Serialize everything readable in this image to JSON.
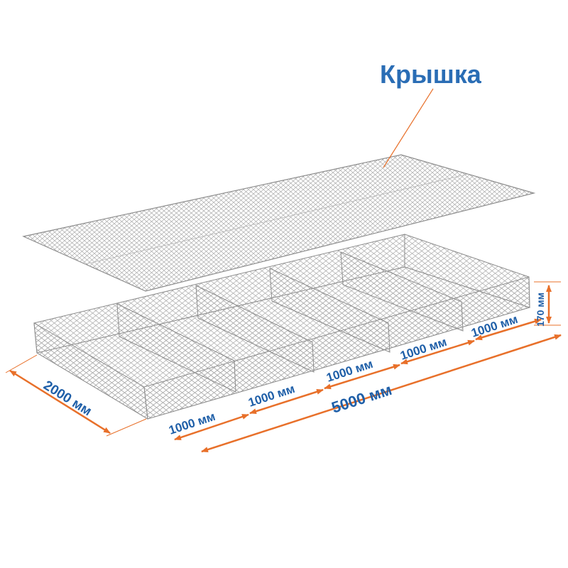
{
  "title": "Крышка",
  "dimensions": {
    "width": "2000 мм",
    "total_length": "5000 мм",
    "height": "170 мм",
    "sections": [
      "1000 мм",
      "1000 мм",
      "1000 мм",
      "1000 мм",
      "1000 мм"
    ]
  },
  "colors": {
    "dimension_arrow": "#e8702a",
    "label_text": "#1f5fa8",
    "mesh": "#9a9a9a",
    "leader_line": "#e8702a"
  }
}
